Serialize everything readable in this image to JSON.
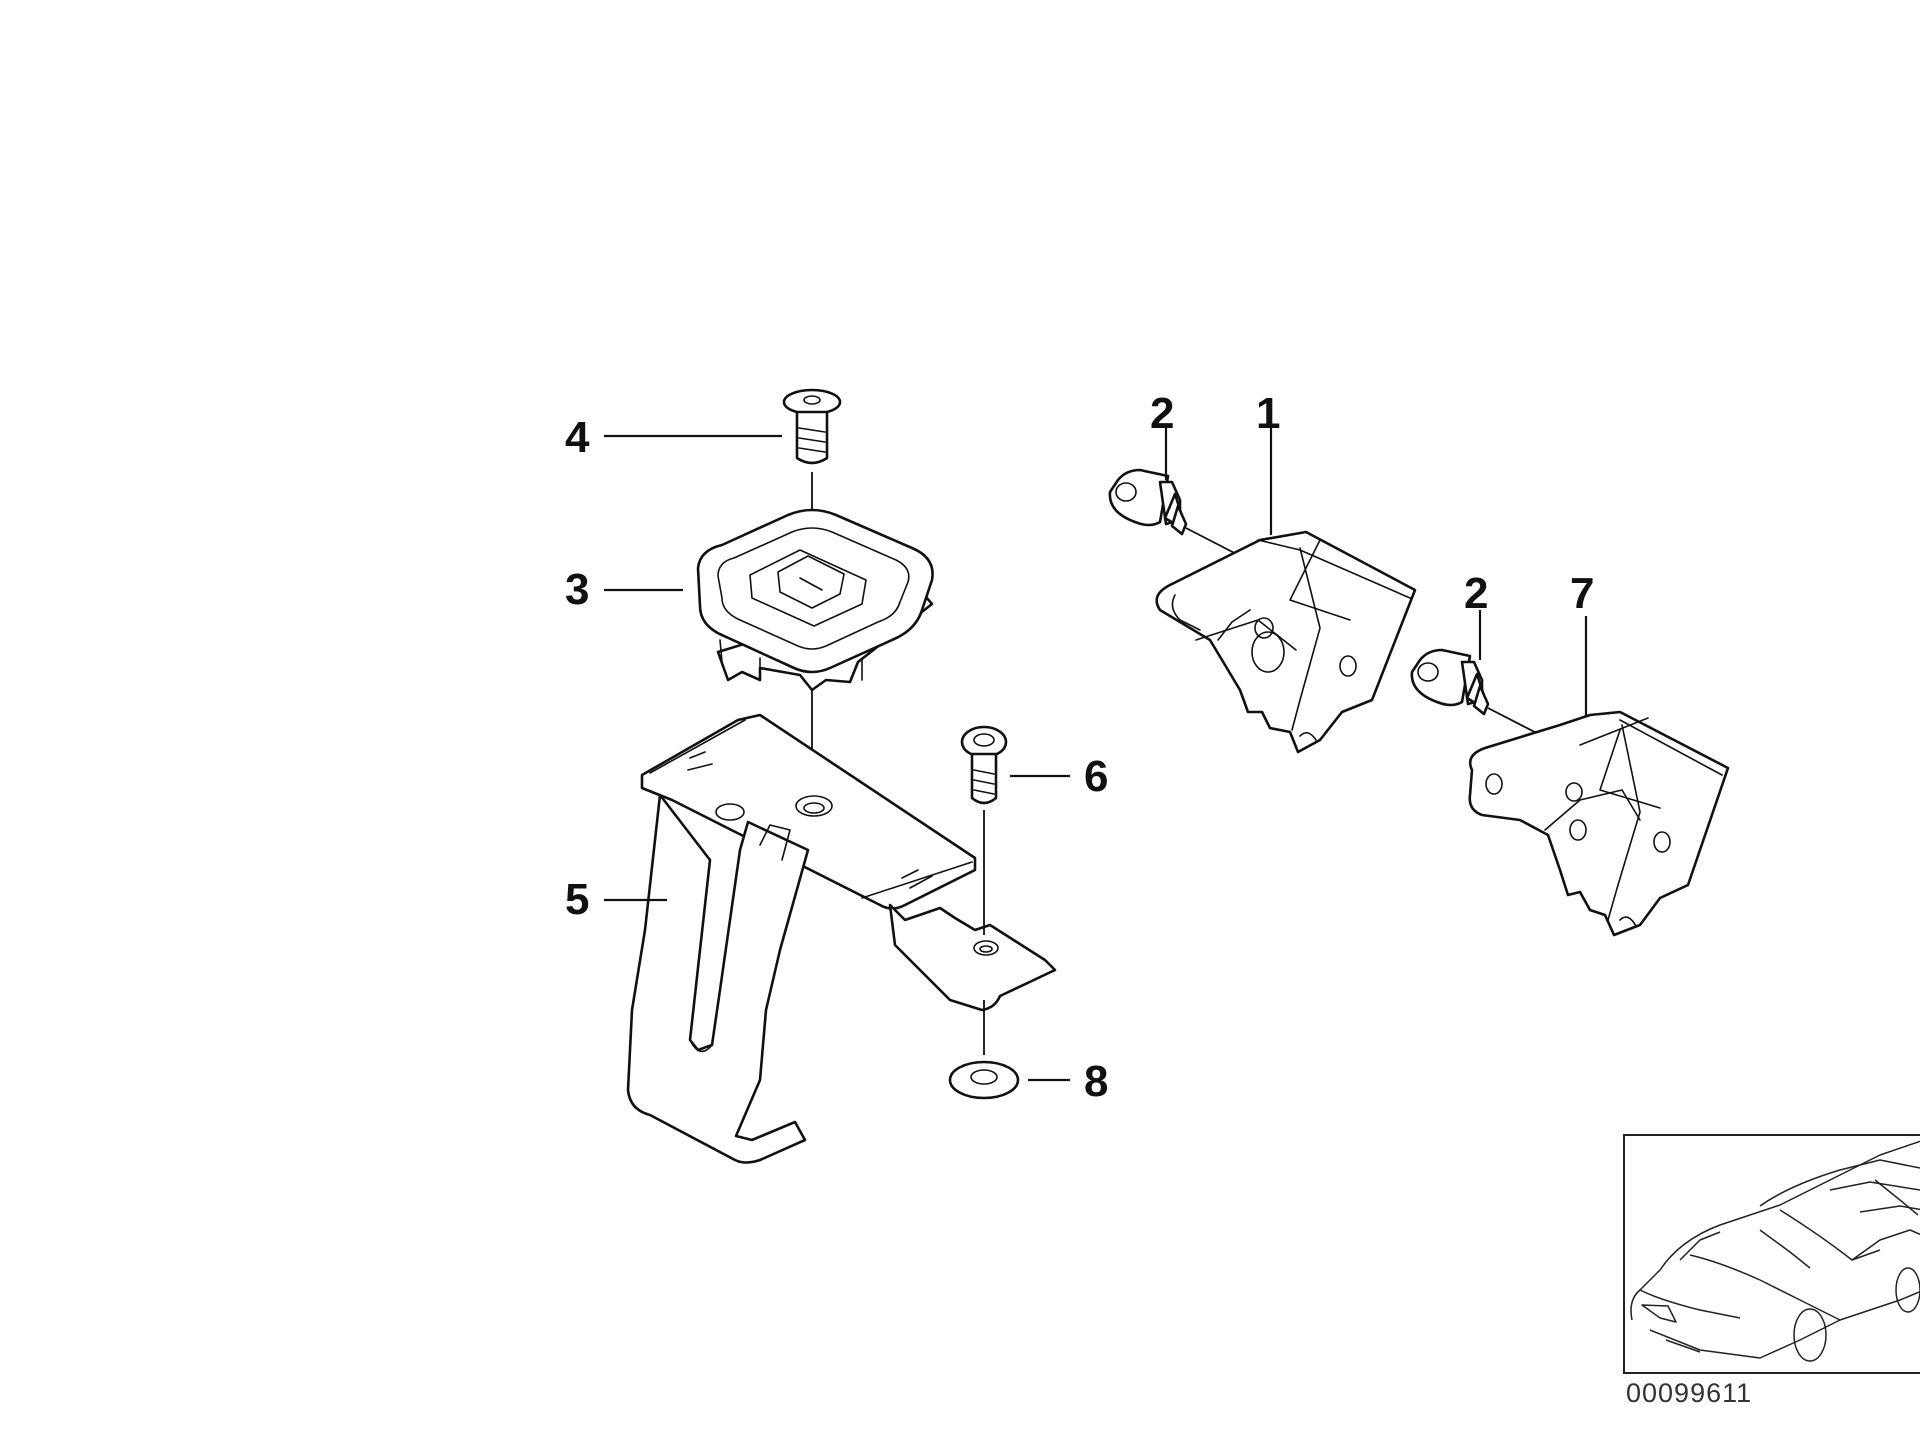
{
  "callouts": {
    "c1": "1",
    "c2a": "2",
    "c2b": "2",
    "c3": "3",
    "c4": "4",
    "c5": "5",
    "c6": "6",
    "c7": "7",
    "c8": "8"
  },
  "thumbnail": {
    "part_number": "00099611"
  }
}
